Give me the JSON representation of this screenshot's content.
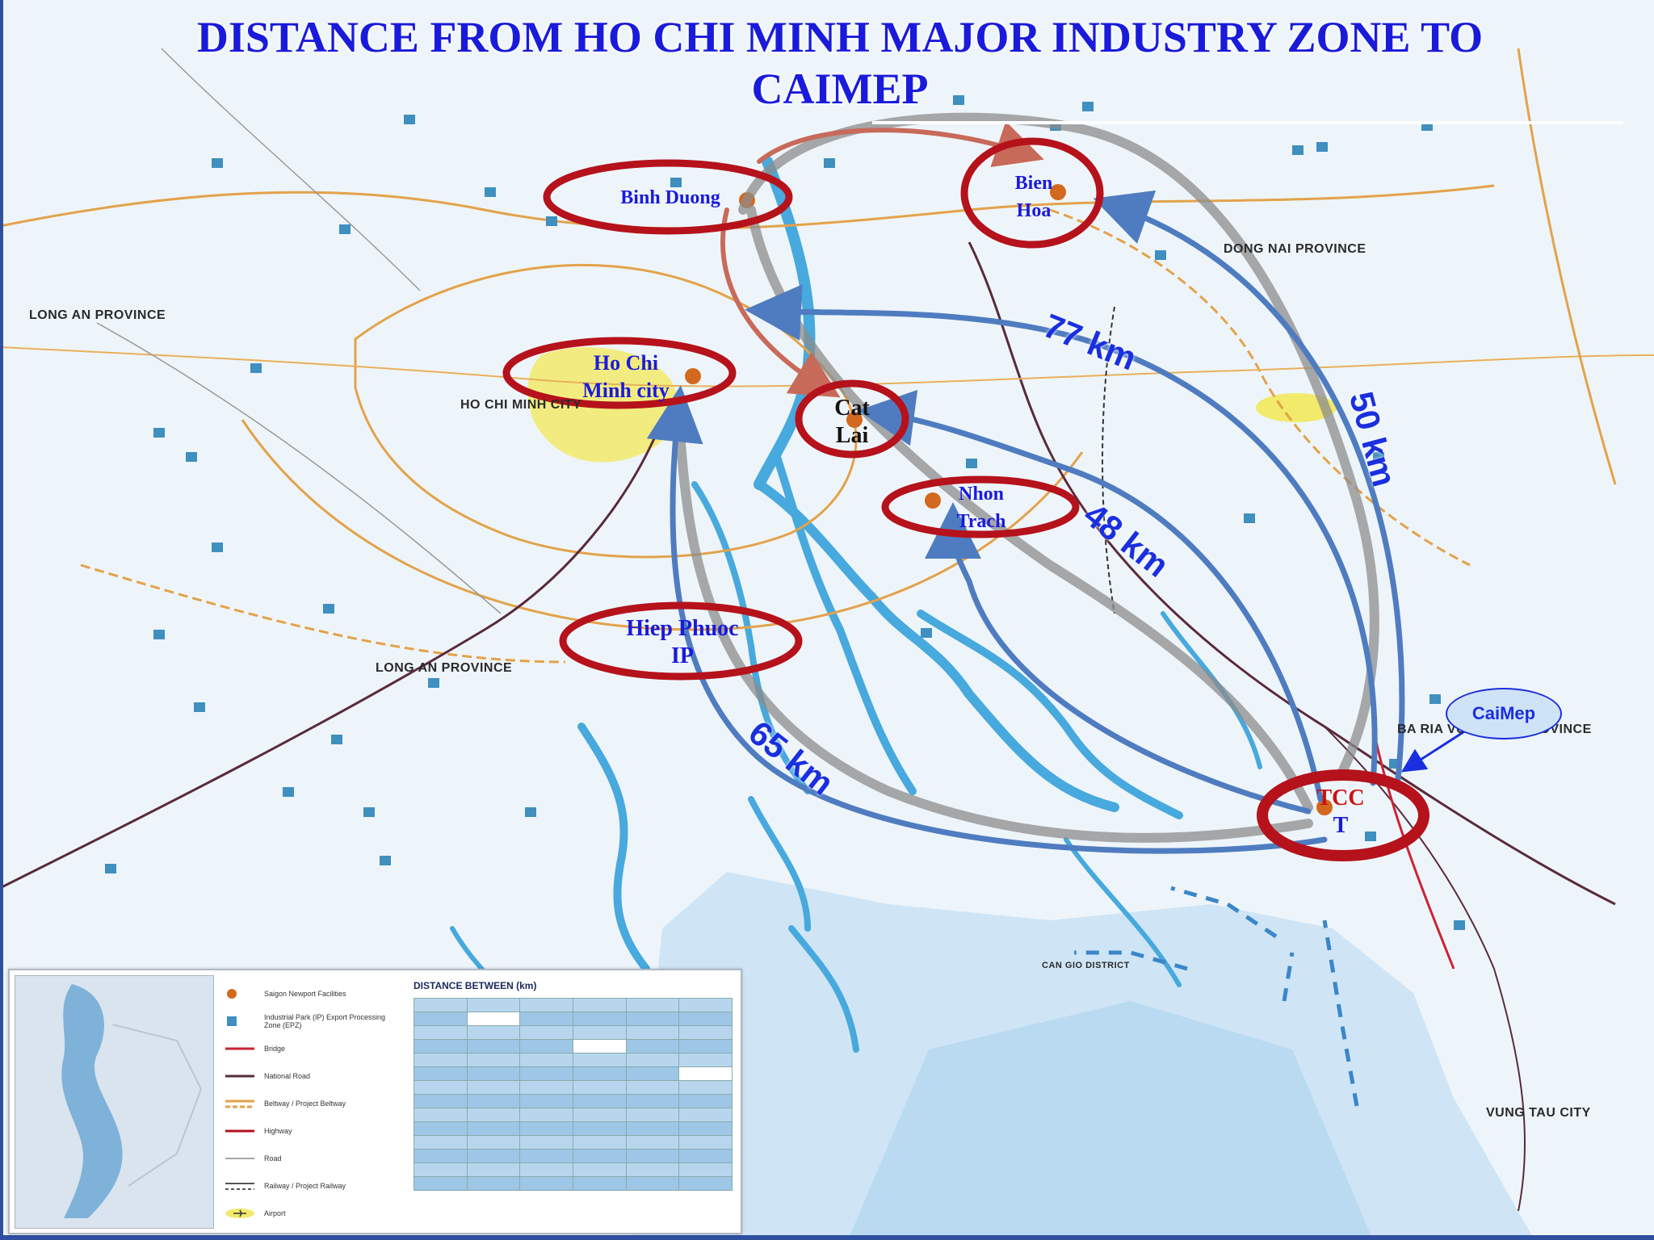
{
  "title": {
    "line1": "DISTANCE FROM HO CHI MINH MAJOR INDUSTRY ZONE TO",
    "line2": "CAIMEP"
  },
  "zones": {
    "binh_duong": "Binh Duong",
    "bien_hoa_line1": "Bien",
    "bien_hoa_line2": "Hoa",
    "hcmc_line1": "Ho Chi",
    "hcmc_line2": "Minh city",
    "cat_lai_line1": "Cat",
    "cat_lai_line2": "Lai",
    "nhon_trach_line1": "Nhon",
    "nhon_trach_line2": "Trach",
    "hiep_phuoc_line1": "Hiep Phuoc",
    "hiep_phuoc_line2": "IP",
    "tcct_line1": "TCC",
    "tcct_line2": "T"
  },
  "distances": {
    "d77": "77 km",
    "d50": "50 km",
    "d48": "48 km",
    "d65": "65 km"
  },
  "callout": "CaiMep",
  "provinces": {
    "long_an_top": "LONG AN PROVINCE",
    "long_an_bottom": "LONG AN PROVINCE",
    "hcmc": "HO CHI MINH CITY",
    "dong_nai": "DONG NAI PROVINCE",
    "ba_ria": "BA RIA VUNG TAU PROVINCE",
    "vung_tau": "VUNG TAU CITY",
    "can_gio": "CAN GIO DISTRICT"
  },
  "legend": {
    "items": [
      "Saigon Newport Facilities",
      "Industrial Park (IP) Export Processing Zone (EPZ)",
      "Bridge",
      "National Road",
      "Beltway / Project Beltway",
      "Highway",
      "Road",
      "Railway / Project Railway",
      "Airport"
    ],
    "table_title": "DISTANCE BETWEEN (km)"
  },
  "colors": {
    "zone_ellipse": "#b5121b",
    "route_blue": "#4f7cc0",
    "route_grey": "#8c8c8c",
    "route_red": "#c86a5a",
    "water": "#47a9dd",
    "title": "#1a1adb"
  }
}
